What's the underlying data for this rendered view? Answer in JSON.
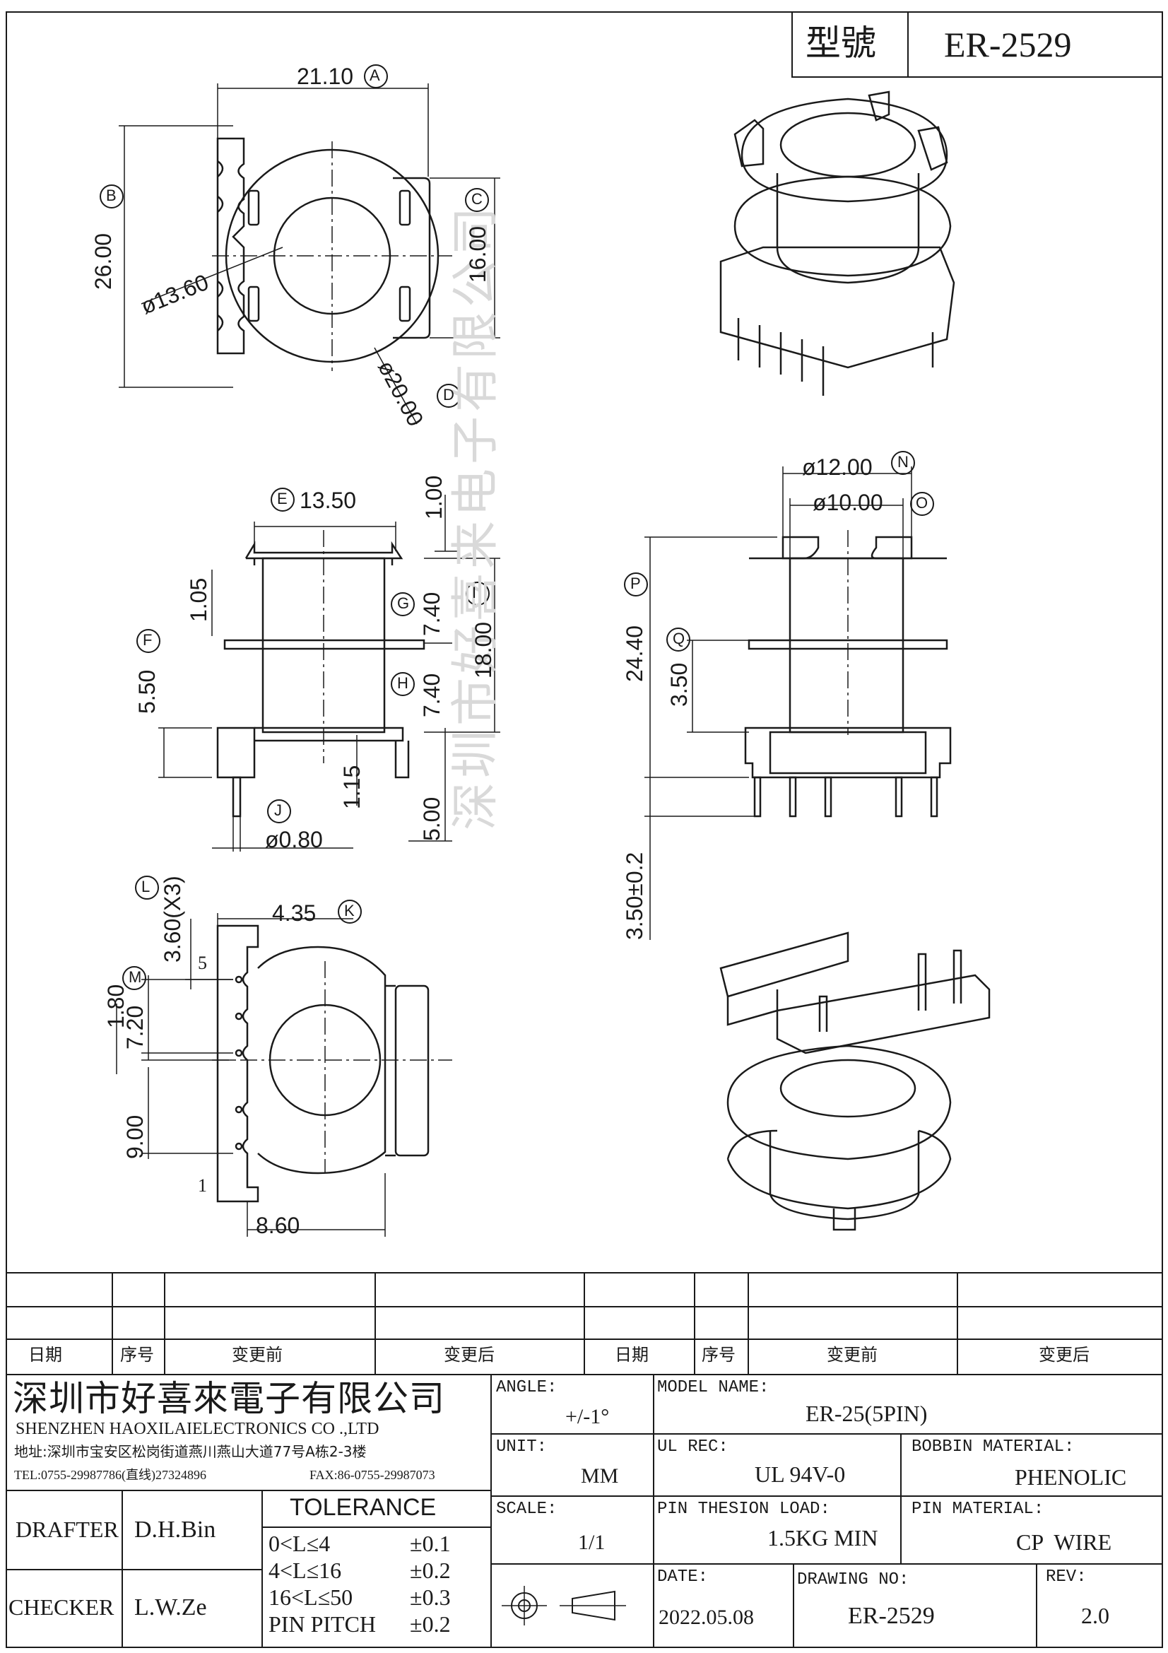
{
  "title_block": {
    "model_label": "型號",
    "model_value": "ER-2529"
  },
  "dims": {
    "a": "21.10",
    "a_tag": "A",
    "b": "26.00",
    "b_tag": "B",
    "c": "16.00",
    "c_tag": "C",
    "d": "ø20.00",
    "d_tag": "D",
    "bore": "ø13.60",
    "e": "13.50",
    "e_tag": "E",
    "top_gap": "1.00",
    "f_small": "1.05",
    "f": "5.50",
    "f_tag": "F",
    "g": "7.40",
    "g_tag": "G",
    "h": "7.40",
    "h_tag": "H",
    "i": "18.00",
    "i_tag": "I",
    "base_small": "1.15",
    "pin_len": "5.00",
    "j": "ø0.80",
    "j_tag": "J",
    "n": "ø12.00",
    "n_tag": "N",
    "o": "ø10.00",
    "o_tag": "O",
    "p": "24.40",
    "p_tag": "P",
    "q": "3.50",
    "q_tag": "Q",
    "pin_ext": "3.50±0.2",
    "l": "3.60(X3)",
    "l_tag": "L",
    "k": "4.35",
    "k_tag": "K",
    "m_small": "1.80",
    "m": "7.20",
    "m_tag": "M",
    "v9": "9.00",
    "w": "8.60",
    "pin5": "5",
    "pin1": "1"
  },
  "watermark": "深圳市好喜来电子有限公司",
  "revision_table": {
    "headers": [
      "日期",
      "序号",
      "变更前",
      "变更后",
      "日期",
      "序号",
      "变更前",
      "变更后"
    ]
  },
  "company": {
    "name_cn": "深圳市好喜來電子有限公司",
    "name_en": "SHENZHEN HAOXILAIELECTRONICS CO .,LTD",
    "address": "地址:深圳市宝安区松岗街道燕川燕山大道77号A栋2-3楼",
    "tel": "TEL:0755-29987786(直线)27324896",
    "fax": "FAX:86-0755-29987073"
  },
  "people": {
    "drafter_label": "DRAFTER",
    "drafter": "D.H.Bin",
    "checker_label": "CHECKER",
    "checker": "L.W.Ze"
  },
  "tolerance": {
    "title": "TOLERANCE",
    "rows": [
      {
        "range": "0<L≤4",
        "tol": "±0.1"
      },
      {
        "range": "4<L≤16",
        "tol": "±0.2"
      },
      {
        "range": "16<L≤50",
        "tol": "±0.3"
      },
      {
        "range": "PIN PITCH",
        "tol": "±0.2"
      }
    ]
  },
  "specs": {
    "angle_label": "ANGLE:",
    "angle": "+/-1°",
    "unit_label": "UNIT:",
    "unit": "MM",
    "scale_label": "SCALE:",
    "scale": "1/1",
    "model_name_label": "MODEL NAME:",
    "model_name": "ER-25(5PIN)",
    "ul_label": "UL REC:",
    "ul": "UL 94V-0",
    "bobbin_label": "BOBBIN MATERIAL:",
    "bobbin": "PHENOLIC",
    "pin_load_label": "PIN THESION LOAD:",
    "pin_load": "1.5KG MIN",
    "pin_mat_label": "PIN MATERIAL:",
    "pin_mat": "CP  WIRE",
    "date_label": "DATE:",
    "date": "2022.05.08",
    "drawing_no_label": "DRAWING NO:",
    "drawing_no": "ER-2529",
    "rev_label": "REV:",
    "rev": "2.0"
  },
  "colors": {
    "ink": "#1a1a1a",
    "watermark": "#d9d9d9"
  }
}
